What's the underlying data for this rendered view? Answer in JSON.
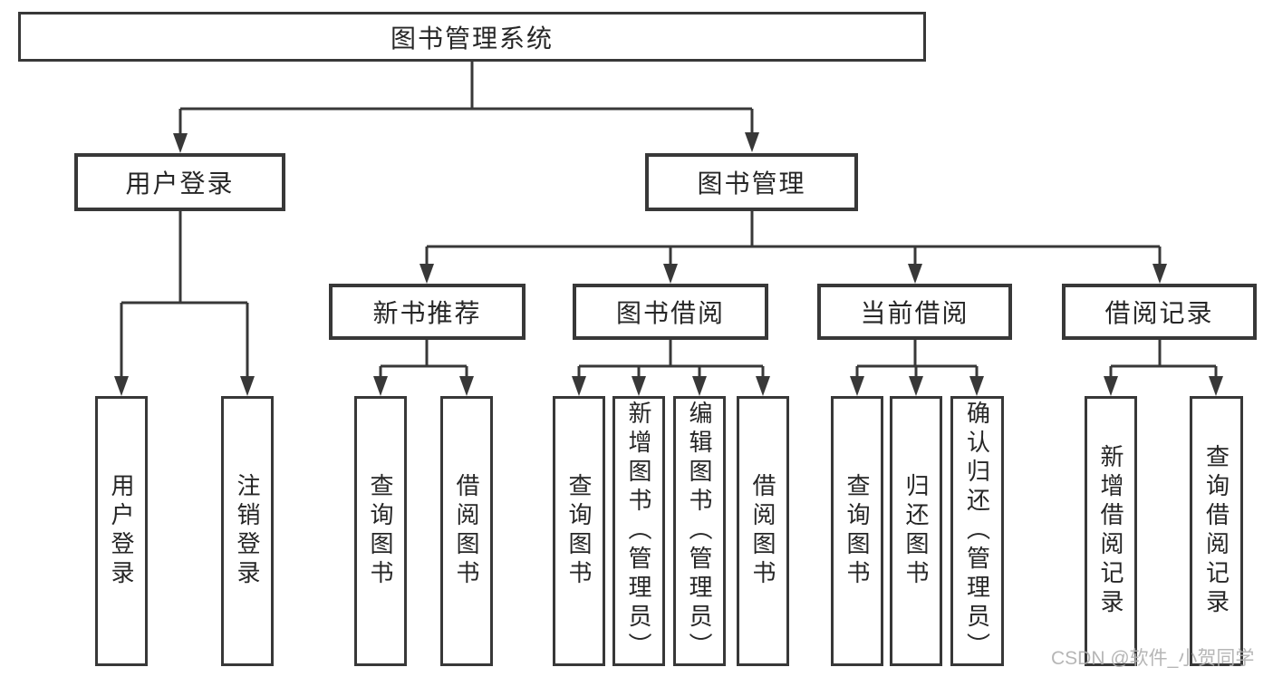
{
  "diagram": {
    "type": "tree",
    "root": "图书管理系统",
    "level2": {
      "user_login": "用户登录",
      "book_management": "图书管理"
    },
    "level3": {
      "new_book": "新书推荐",
      "book_borrow": "图书借阅",
      "current_borrow": "当前借阅",
      "borrow_records": "借阅记录"
    },
    "leaves": {
      "user_login": [
        "用户登录",
        "注销登录"
      ],
      "new_book": [
        "查询图书",
        "借阅图书"
      ],
      "book_borrow": [
        "查询图书",
        "新增图书（管理员）",
        "编辑图书（管理员）",
        "借阅图书"
      ],
      "current_borrow": [
        "查询图书",
        "归还图书",
        "确认归还（管理员）"
      ],
      "borrow_records": [
        "新增借阅记录",
        "查询借阅记录"
      ]
    }
  },
  "watermark": "CSDN @软件_小贺同学",
  "colors": {
    "line": "#383838",
    "text": "#262626",
    "watermark": "#b0b0b0",
    "background": "#ffffff"
  }
}
